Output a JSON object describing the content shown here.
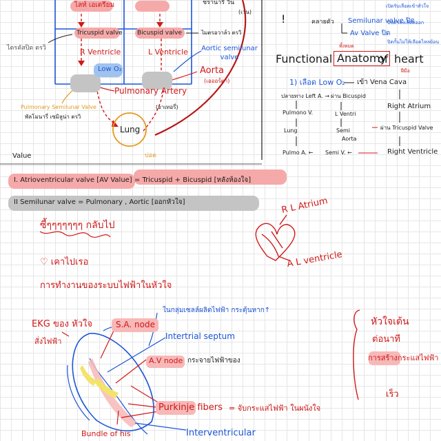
{
  "diagram_top": {
    "right_atrium_partial": "ไลท์ เอเตรียม",
    "venacava_partial": "ชรานารี วีน",
    "vein_note": "(เวน)",
    "tricuspid": "Tricuspid valve",
    "bicuspid": "Bicuspid valve",
    "bicuspid_arrow_note": "ไมตรอวาล์ว ตรวิ",
    "tricuspid_left_note": "ไตรคัสปิด ตรวิ",
    "r_ventricle": "R Ventricle",
    "l_ventricle": "L Ventricle",
    "aortic_semilunar": "Aortic semilunar valve",
    "low_o2": "Low O₂",
    "aorta": "Aorta",
    "aorta_thai": "(เอออร์ตา)",
    "pulmonary_artery": "Pulmonary Artery",
    "pulmonary_artery_thai": "(อาเทอรี่)",
    "pulmonary_semilunar": "Pulmonary Semilunar Valve",
    "pulmonary_semilunar_thai": "พัลโมนารี่ เซมิลูน่า ตรวิ",
    "lung": "Lung",
    "lung_thai": "ปอด"
  },
  "right_notes": {
    "exclaim": "!",
    "close_label": "คลายตัว",
    "semilunar_open": "Semilunar valve ปิด",
    "av_closed": "Av Valve ปิด",
    "small_note_1": "เปิดรับเลือดเข้าหัวใจ",
    "small_note_2": "ปิดกั้นไม่ให้เลือดไหลย้อน",
    "small_note_3": "บีบตัวส่งเลือดออก",
    "title_prefix": "Functional",
    "title_boxed": "Anatomy",
    "title_of": "of",
    "title_heart": "heart",
    "title_above": "ทั้งหมด",
    "title_below": "ฝีมือ",
    "flow_head": "1) เลือด Low O₂",
    "flow_vena": "เข้า Vena Cava",
    "flow_left_a": "ปลายทาง Left A. →",
    "flow_bicuspid": "ผ่าน Bicuspid",
    "flow_pulmo_v": "Pulmono V.",
    "flow_l_ventri": "L Ventri",
    "flow_lung": "Lung",
    "flow_semi": "Semi",
    "flow_aorta": "Aorta",
    "flow_right_atrium": "Right Atrium",
    "flow_tricuspid": "ผ่าน Tricuspid Valve",
    "flow_pulmo_a": "Pulmo A. ←",
    "flow_semi_v": "Semi V. ←",
    "flow_right_ventricle": "Right Ventricle"
  },
  "valve_section": {
    "heading": "Value",
    "row1": "I. Atrioventricular valve [AV Value] = Tricuspid + Bicuspid [หลังห้องใจ]",
    "row2": "II Semilunar valve = Pulmonary , Aortic [ออกหัวใจ]",
    "scribble": "ซี้ๆๆๆๆๆๆๆ กลับไป",
    "line_thai_1": "♡ เคาไปเรอ",
    "line_thai_2": "การทำงานของระบบไฟฟ้าในหัวใจ",
    "rl_atrium": "R L Atrium",
    "al_ventricle": "A L ventricle"
  },
  "ekg_section": {
    "ekg_label": "EKG ของ หัวใจ",
    "ekg_sub": "สั่งไฟฟ้า",
    "sa_node": "S.A. node",
    "sa_note": "ในกลุ่มเซลล์ผลิตไฟฟ้า กระตุ้นหาก↑",
    "interatrial": "Intertrial septum",
    "av_node": "A.V node",
    "av_note": "กระจายไฟฟ้าของ",
    "purkinje": "Purkinje fibers",
    "purkinje_note": "= จับกระแสไฟฟ้า ในผนังใจ",
    "bundle": "Bundle of his",
    "interventricular": "Interventricular",
    "box_line1": "หัวใจเต้น",
    "box_line2": "ต่อนาที",
    "box_line3": "การสร้างกระแสไฟฟ้า",
    "box_line4": "เร็ว"
  },
  "colors": {
    "ink_black": "#1b1b1b",
    "ink_red": "#d01818",
    "ink_blue": "#1a55d6",
    "ink_orange": "#e39a1e",
    "highlight_red": "#f6a9a9",
    "highlight_gray": "#c4c4c4"
  }
}
